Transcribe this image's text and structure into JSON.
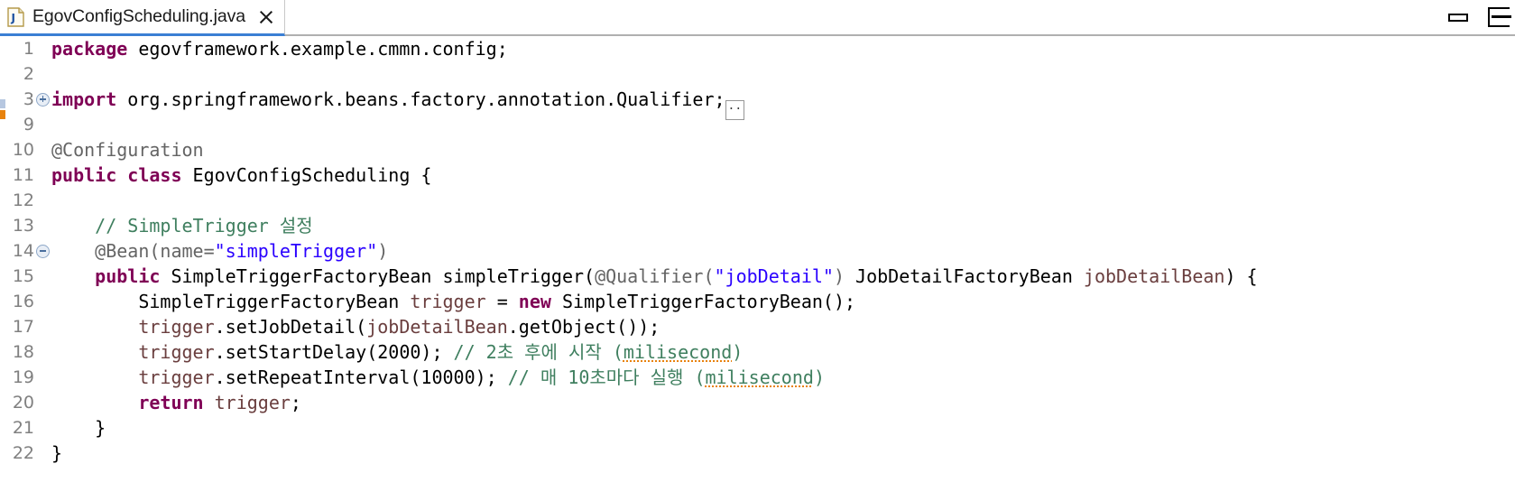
{
  "window": {
    "minimize_label": "minimize",
    "maximize_label": "maximize"
  },
  "tab": {
    "filename": "EgovConfigScheduling.java",
    "icon": "java-file-icon",
    "close_label": "×",
    "active": true
  },
  "editor": {
    "language": "java",
    "fold_collapsed_marker": "..",
    "lines": [
      {
        "number": "1",
        "fold": "",
        "tokens": [
          {
            "t": "kw",
            "v": "package"
          },
          {
            "t": "plain",
            "v": " egovframework.example.cmmn.config;"
          }
        ]
      },
      {
        "number": "2",
        "fold": "",
        "tokens": []
      },
      {
        "number": "3",
        "fold": "plus",
        "tokens": [
          {
            "t": "kw",
            "v": "import"
          },
          {
            "t": "plain",
            "v": " org.springframework.beans.factory.annotation.Qualifier;"
          },
          {
            "t": "foldbox",
            "v": ".."
          }
        ]
      },
      {
        "number": "9",
        "fold": "",
        "tokens": []
      },
      {
        "number": "10",
        "fold": "",
        "tokens": [
          {
            "t": "ann",
            "v": "@Configuration"
          }
        ]
      },
      {
        "number": "11",
        "fold": "",
        "tokens": [
          {
            "t": "kw",
            "v": "public class"
          },
          {
            "t": "plain",
            "v": " EgovConfigScheduling {"
          }
        ]
      },
      {
        "number": "12",
        "fold": "",
        "tokens": []
      },
      {
        "number": "13",
        "fold": "",
        "tokens": [
          {
            "t": "cmt",
            "v": "    // SimpleTrigger 설정"
          }
        ]
      },
      {
        "number": "14",
        "fold": "minus",
        "tokens": [
          {
            "t": "ann",
            "v": "    @Bean(name="
          },
          {
            "t": "str",
            "v": "\"simpleTrigger\""
          },
          {
            "t": "ann",
            "v": ")"
          }
        ]
      },
      {
        "number": "15",
        "fold": "",
        "tokens": [
          {
            "t": "plain",
            "v": "    "
          },
          {
            "t": "kw",
            "v": "public"
          },
          {
            "t": "plain",
            "v": " SimpleTriggerFactoryBean simpleTrigger("
          },
          {
            "t": "ann",
            "v": "@Qualifier("
          },
          {
            "t": "str",
            "v": "\"jobDetail\""
          },
          {
            "t": "ann",
            "v": ")"
          },
          {
            "t": "plain",
            "v": " JobDetailFactoryBean "
          },
          {
            "t": "var",
            "v": "jobDetailBean"
          },
          {
            "t": "plain",
            "v": ") {"
          }
        ]
      },
      {
        "number": "16",
        "fold": "",
        "tokens": [
          {
            "t": "plain",
            "v": "        SimpleTriggerFactoryBean "
          },
          {
            "t": "var",
            "v": "trigger"
          },
          {
            "t": "plain",
            "v": " = "
          },
          {
            "t": "kw",
            "v": "new"
          },
          {
            "t": "plain",
            "v": " SimpleTriggerFactoryBean();"
          }
        ]
      },
      {
        "number": "17",
        "fold": "",
        "tokens": [
          {
            "t": "plain",
            "v": "        "
          },
          {
            "t": "var",
            "v": "trigger"
          },
          {
            "t": "plain",
            "v": ".setJobDetail("
          },
          {
            "t": "var",
            "v": "jobDetailBean"
          },
          {
            "t": "plain",
            "v": ".getObject());"
          }
        ]
      },
      {
        "number": "18",
        "fold": "",
        "tokens": [
          {
            "t": "plain",
            "v": "        "
          },
          {
            "t": "var",
            "v": "trigger"
          },
          {
            "t": "plain",
            "v": ".setStartDelay(2000); "
          },
          {
            "t": "cmt",
            "v": "// 2초 후에 시작 ("
          },
          {
            "t": "cmt spell",
            "v": "milisecond"
          },
          {
            "t": "cmt",
            "v": ")"
          }
        ]
      },
      {
        "number": "19",
        "fold": "",
        "tokens": [
          {
            "t": "plain",
            "v": "        "
          },
          {
            "t": "var",
            "v": "trigger"
          },
          {
            "t": "plain",
            "v": ".setRepeatInterval(10000); "
          },
          {
            "t": "cmt",
            "v": "// 매 10초마다 실행 ("
          },
          {
            "t": "cmt spell",
            "v": "milisecond"
          },
          {
            "t": "cmt",
            "v": ")"
          }
        ]
      },
      {
        "number": "20",
        "fold": "",
        "tokens": [
          {
            "t": "plain",
            "v": "        "
          },
          {
            "t": "kw",
            "v": "return"
          },
          {
            "t": "plain",
            "v": " "
          },
          {
            "t": "var",
            "v": "trigger"
          },
          {
            "t": "plain",
            "v": ";"
          }
        ]
      },
      {
        "number": "21",
        "fold": "",
        "tokens": [
          {
            "t": "plain",
            "v": "    }"
          }
        ]
      },
      {
        "number": "22",
        "fold": "",
        "tokens": [
          {
            "t": "plain",
            "v": "}"
          }
        ]
      }
    ]
  },
  "colors": {
    "keyword": "#7f0055",
    "string": "#2a00ff",
    "comment": "#3f7f5f",
    "annotation": "#646464",
    "local_variable": "#6a3e3e",
    "line_number": "#808080",
    "tab_active_underline": "#3b7fd4",
    "spellcheck_underline": "#e8820c",
    "background": "#ffffff"
  }
}
